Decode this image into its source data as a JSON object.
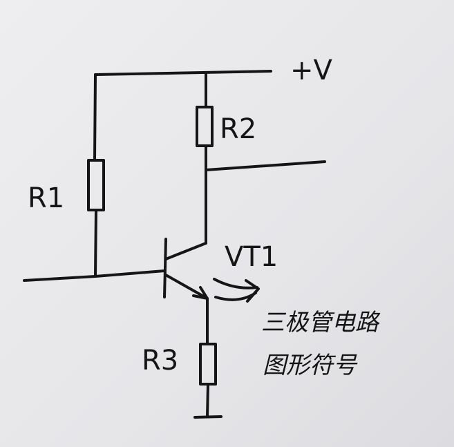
{
  "labels": {
    "supply": "+V",
    "r1": "R1",
    "r2": "R2",
    "r3": "R3",
    "transistor": "VT1"
  },
  "caption": {
    "line1": "三极管电路",
    "line2": "图形符号"
  }
}
